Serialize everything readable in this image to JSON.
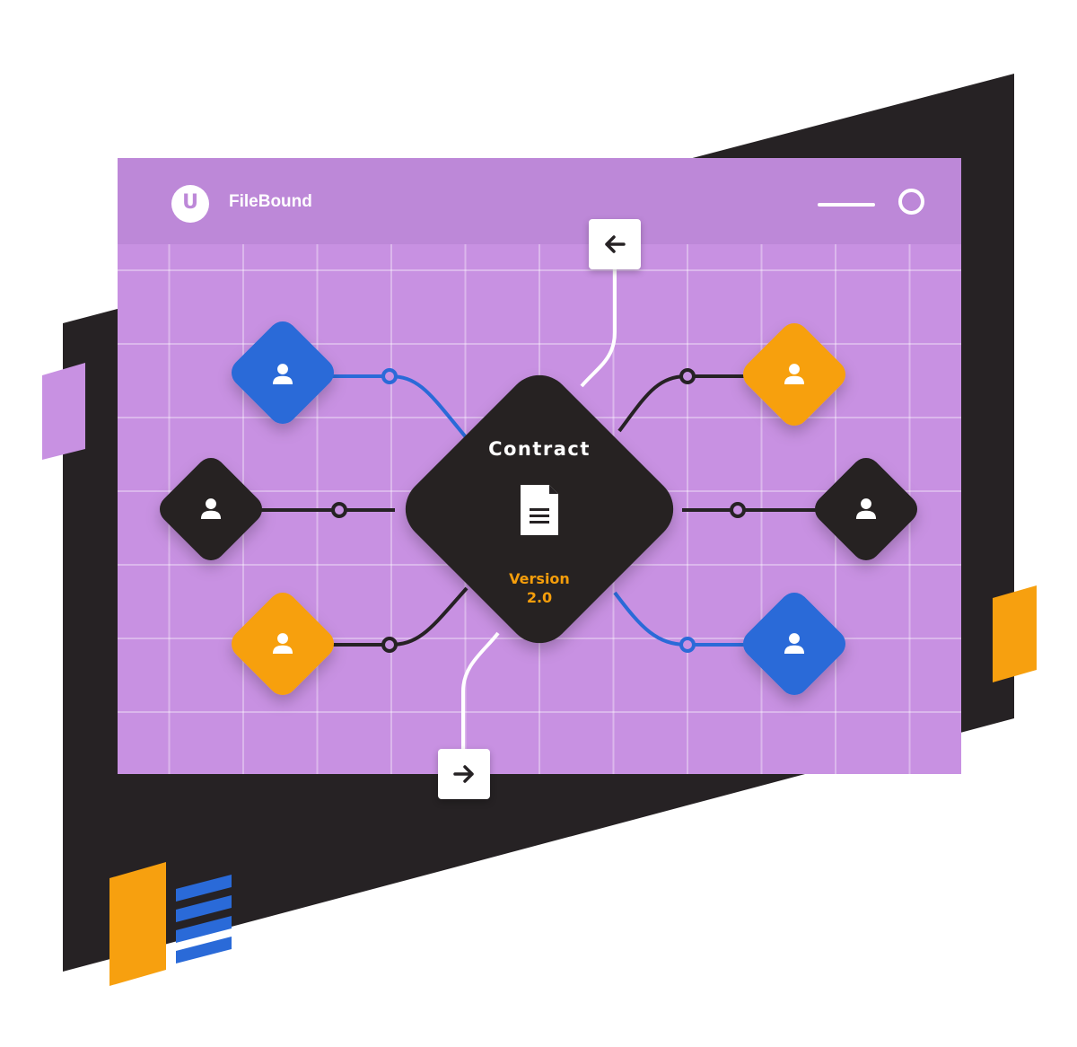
{
  "app": {
    "logo_letter": "U",
    "name": "FileBound"
  },
  "workflow": {
    "center": {
      "label": "Contract",
      "version_label": "Version",
      "version_number": "2.0",
      "icon": "document-icon"
    },
    "nodes": [
      {
        "id": "top-left",
        "color": "blue",
        "icon": "user-icon"
      },
      {
        "id": "middle-left",
        "color": "black",
        "icon": "user-icon"
      },
      {
        "id": "bottom-left",
        "color": "orange",
        "icon": "user-icon"
      },
      {
        "id": "top-right",
        "color": "orange",
        "icon": "user-icon"
      },
      {
        "id": "middle-right",
        "color": "black",
        "icon": "user-icon"
      },
      {
        "id": "bottom-right",
        "color": "blue",
        "icon": "user-icon"
      }
    ],
    "navigation": {
      "back_icon": "arrow-left-icon",
      "forward_icon": "arrow-right-icon"
    }
  },
  "colors": {
    "purple": "#c891e2",
    "purple_dark": "#bd88d8",
    "dark": "#262224",
    "blue": "#2a6ad8",
    "orange": "#f7a00f",
    "white": "#ffffff"
  }
}
